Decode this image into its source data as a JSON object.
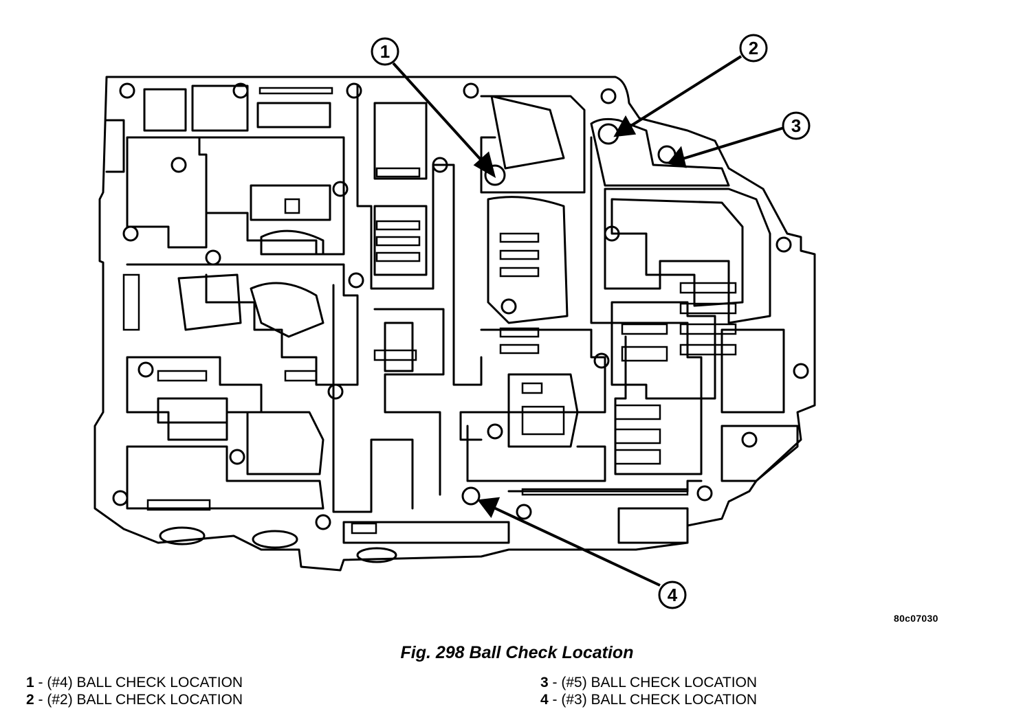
{
  "figure": {
    "id": "80c07030",
    "caption": "Fig. 298 Ball Check Location"
  },
  "callouts": [
    "1",
    "2",
    "3",
    "4"
  ],
  "legend": [
    {
      "num": "1",
      "text": " - (#4) BALL CHECK LOCATION"
    },
    {
      "num": "2",
      "text": " - (#2) BALL CHECK LOCATION"
    },
    {
      "num": "3",
      "text": " - (#5) BALL CHECK LOCATION"
    },
    {
      "num": "4",
      "text": " - (#3) BALL CHECK LOCATION"
    }
  ]
}
